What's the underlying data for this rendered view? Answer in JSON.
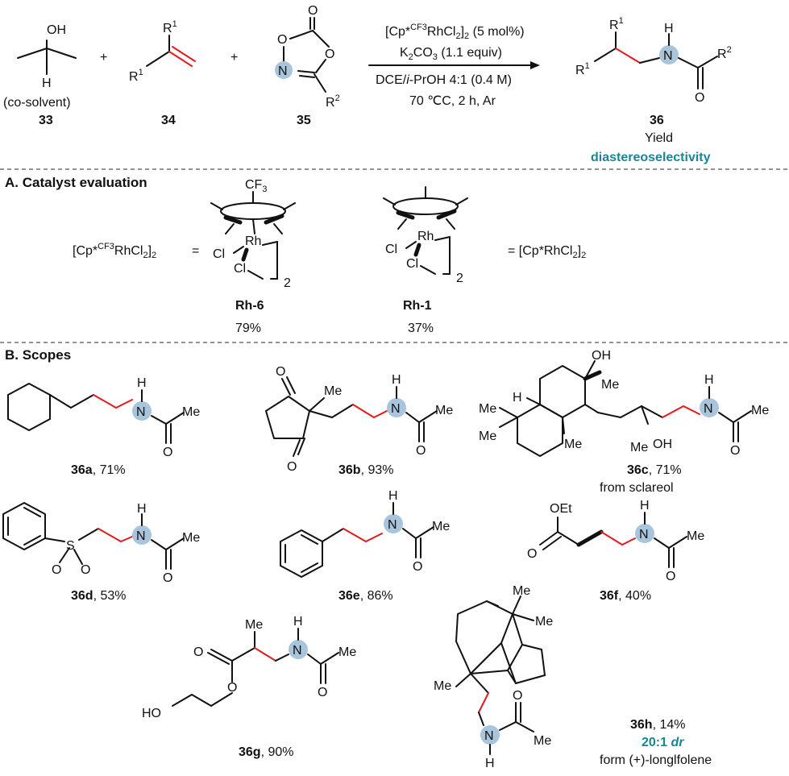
{
  "reaction": {
    "reagent_33": {
      "oh": "OH",
      "h": "H",
      "note": "(co-solvent)",
      "id": "33"
    },
    "reagent_34": {
      "r1_top": "R",
      "r1_top_sup": "1",
      "r1_left": "R",
      "r1_left_sup": "1",
      "id": "34"
    },
    "reagent_35": {
      "o_carbonyl": "O",
      "o_ring1": "O",
      "o_ring2": "O",
      "n": "N",
      "r2": "R",
      "r2_sup": "2",
      "id": "35"
    },
    "plus": "+",
    "conditions": {
      "line1_a": "[Cp*",
      "line1_sup": "CF3",
      "line1_b": "RhCl",
      "line1_sub": "2",
      "line1_c": "]",
      "line1_sub2": "2",
      "line1_d": " (5 mol%)",
      "line2_a": "K",
      "line2_sub": "2",
      "line2_b": "CO",
      "line2_sub2": "3",
      "line2_c": " (1.1 equiv)",
      "line3_a": "DCE/",
      "line3_i": "i",
      "line3_b": "-PrOH 4:1 (0.4 M)",
      "line4": "70 ℃C, 2 h, Ar"
    },
    "product_36": {
      "r1_top": "R",
      "r1_top_sup": "1",
      "r1_left": "R",
      "r1_left_sup": "1",
      "h": "H",
      "n": "N",
      "o": "O",
      "r2": "R",
      "r2_sup": "2",
      "id": "36",
      "yield": "Yield",
      "dr": "diastereoselectivity"
    }
  },
  "section_a": {
    "title": "A. Catalyst evaluation",
    "formula_left_a": "[Cp*",
    "formula_left_sup": "CF3",
    "formula_left_b": "RhCl",
    "formula_left_sub": "2",
    "formula_left_c": "]",
    "formula_left_sub2": "2",
    "eq": "=",
    "rh6": {
      "cf3": "CF",
      "cf3_sub": "3",
      "rh": "Rh",
      "cl1": "Cl",
      "cl2": "Cl",
      "two": "2",
      "name": "Rh-6",
      "yield": "79%"
    },
    "rh1": {
      "rh": "Rh",
      "cl1": "Cl",
      "cl2": "Cl",
      "two": "2",
      "name": "Rh-1",
      "yield": "37%"
    },
    "formula_right": "= [Cp*RhCl",
    "formula_right_sub": "2",
    "formula_right_c": "]",
    "formula_right_sub2": "2"
  },
  "section_b": {
    "title": "B. Scopes",
    "p36a": {
      "h": "H",
      "n": "N",
      "o": "O",
      "me": "Me",
      "id": "36a",
      "yield": ", 71%"
    },
    "p36b": {
      "o1": "O",
      "o2": "O",
      "me1": "Me",
      "h": "H",
      "n": "N",
      "o3": "O",
      "me2": "Me",
      "id": "36b",
      "yield": ", 93%"
    },
    "p36c": {
      "oh1": "OH",
      "me1": "Me",
      "h1": "H",
      "me2": "Me",
      "me3": "Me",
      "me4": "Me",
      "me5": "Me",
      "oh2": "OH",
      "h2": "H",
      "n": "N",
      "o": "O",
      "me6": "Me",
      "id": "36c",
      "yield": ", 71%",
      "note": "from sclareol"
    },
    "p36d": {
      "s": "S",
      "o1": "O",
      "o2": "O",
      "h": "H",
      "n": "N",
      "o3": "O",
      "me": "Me",
      "id": "36d",
      "yield": ", 53%"
    },
    "p36e": {
      "h": "H",
      "n": "N",
      "o": "O",
      "me": "Me",
      "id": "36e",
      "yield": ", 86%"
    },
    "p36f": {
      "oet": "OEt",
      "o1": "O",
      "h": "H",
      "n": "N",
      "o2": "O",
      "me": "Me",
      "id": "36f",
      "yield": ", 40%"
    },
    "p36g": {
      "me1": "Me",
      "o1": "O",
      "o2": "O",
      "ho": "HO",
      "h": "H",
      "n": "N",
      "o3": "O",
      "me2": "Me",
      "id": "36g",
      "yield": ", 90%"
    },
    "p36h": {
      "me1": "Me",
      "me2": "Me",
      "me3": "Me",
      "n": "N",
      "h": "H",
      "o": "O",
      "me4": "Me",
      "id": "36h",
      "yield": ", 14%",
      "dr_a": "20:1 ",
      "dr_b": "dr",
      "note": "form (+)-longlfolene"
    }
  }
}
